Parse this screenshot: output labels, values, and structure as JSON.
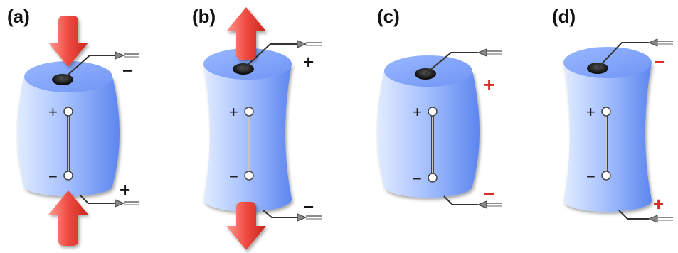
{
  "panels": [
    {
      "label": "(a)",
      "deformation": "compressed (barrel shape)",
      "force_arrows": "inward (compression)",
      "top_electrode_sign": "−",
      "bottom_electrode_sign": "+",
      "dipole_top_sign": "+",
      "dipole_bottom_sign": "−"
    },
    {
      "label": "(b)",
      "deformation": "stretched (waisted shape)",
      "force_arrows": "outward (tension)",
      "top_electrode_sign": "+",
      "bottom_electrode_sign": "−",
      "dipole_top_sign": "+",
      "dipole_bottom_sign": "−"
    },
    {
      "label": "(c)",
      "deformation": "barrel shape, voltage applied",
      "force_arrows": "none",
      "top_electrode_sign": "+",
      "bottom_electrode_sign": "−",
      "dipole_top_sign": "+",
      "dipole_bottom_sign": "−"
    },
    {
      "label": "(d)",
      "deformation": "waisted shape, voltage applied",
      "force_arrows": "none",
      "top_electrode_sign": "−",
      "bottom_electrode_sign": "+",
      "dipole_top_sign": "+",
      "dipole_bottom_sign": "−"
    }
  ],
  "colors": {
    "cylinder_light": "#dce9ff",
    "cylinder_mid": "#8fb2ff",
    "cylinder_dark": "#5b83f0",
    "force_arrow": "#e8403a",
    "applied_sign": "#e02828",
    "reaction_sign": "#111111",
    "wire": "#333333"
  }
}
